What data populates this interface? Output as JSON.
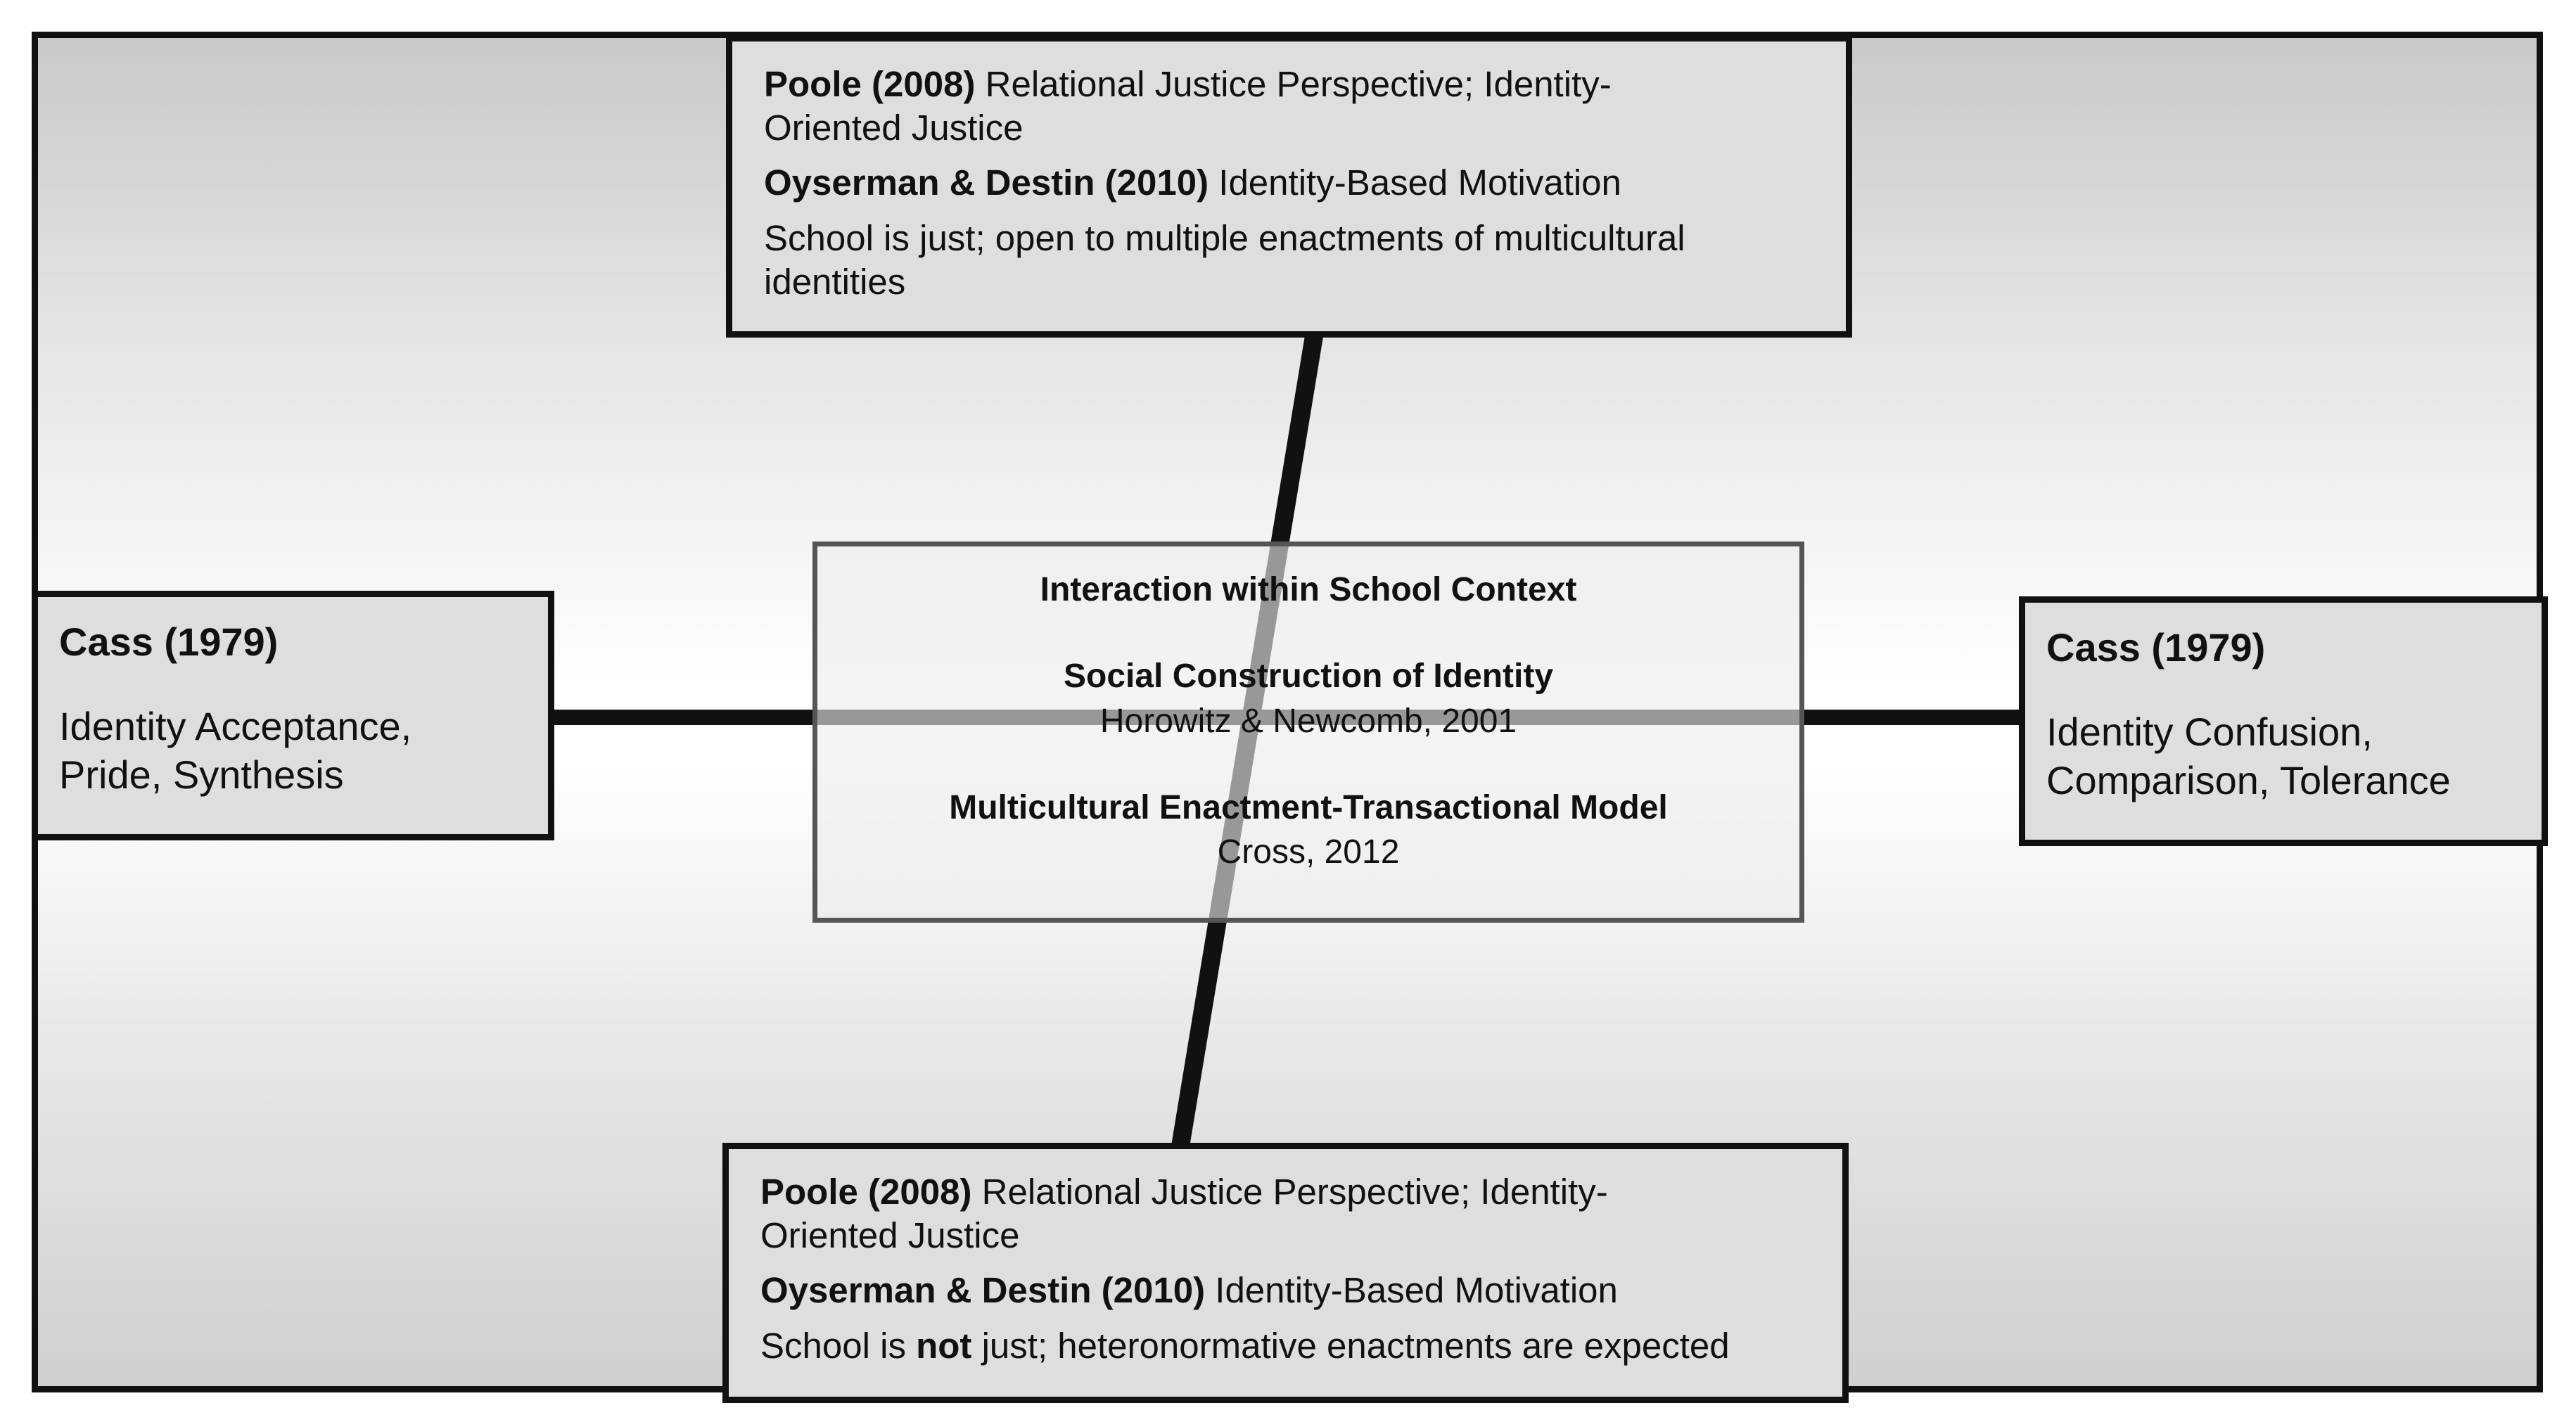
{
  "top_box": {
    "p1_bold": "Poole (2008)",
    "p1_rest_1": " Relational Justice Perspective; Identity-",
    "p1_rest_2": "Oriented Justice",
    "p2_bold": "Oyserman & Destin (2010)",
    "p2_rest": " Identity-Based Motivation",
    "p3_line1": "School is just; open to multiple enactments of multicultural",
    "p3_line2": "identities"
  },
  "bottom_box": {
    "p1_bold": "Poole (2008)",
    "p1_rest_1": " Relational Justice Perspective; Identity-",
    "p1_rest_2": "Oriented Justice",
    "p2_bold": "Oyserman & Destin (2010)",
    "p2_rest": " Identity-Based Motivation",
    "p3_pre": "School is ",
    "p3_bold": "not",
    "p3_post": " just; heteronormative enactments are expected"
  },
  "left_box": {
    "heading": "Cass (1979)",
    "line1": "Identity Acceptance,",
    "line2": "Pride, Synthesis"
  },
  "right_box": {
    "heading": "Cass (1979)",
    "line1": "Identity Confusion,",
    "line2": "Comparison, Tolerance"
  },
  "center_box": {
    "title": "Interaction within School Context",
    "g1_title": "Social Construction of Identity",
    "g1_cite": "Horowitz & Newcomb, 2001",
    "g2_title": "Multicultural Enactment-Transactional Model",
    "g2_cite": "Cross, 2012"
  }
}
